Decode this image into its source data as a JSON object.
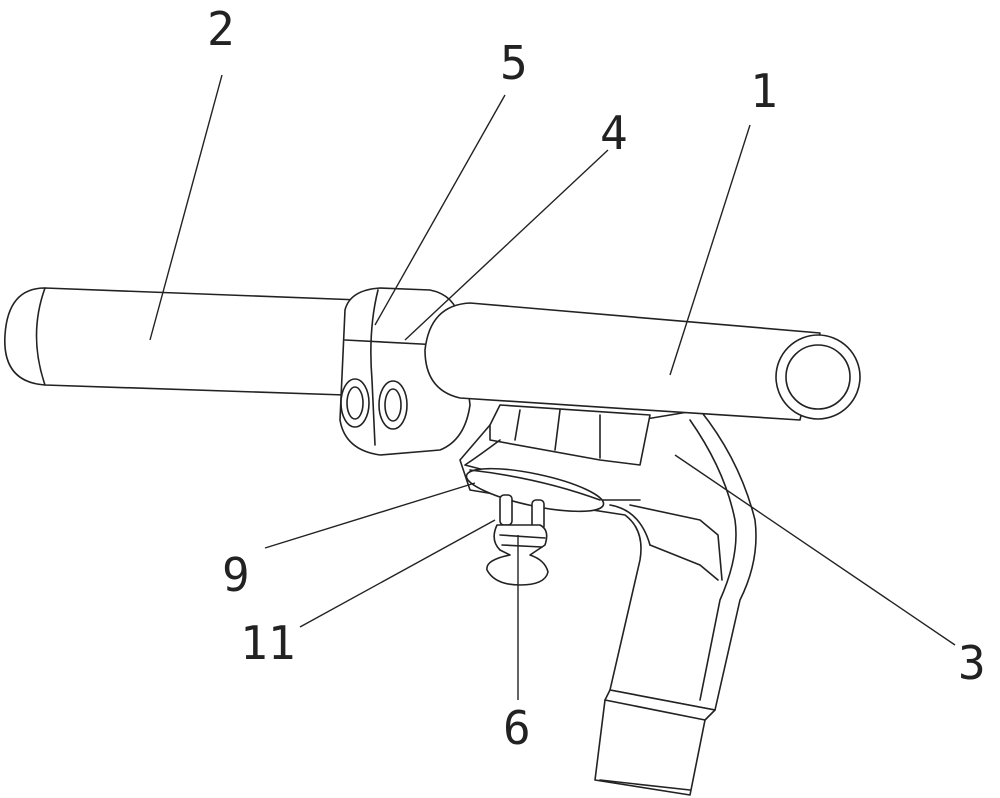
{
  "figure": {
    "labels": {
      "l1": "1",
      "l2": "2",
      "l3": "3",
      "l4": "4",
      "l5": "5",
      "l6": "6",
      "l9": "9",
      "l11": "11"
    }
  }
}
